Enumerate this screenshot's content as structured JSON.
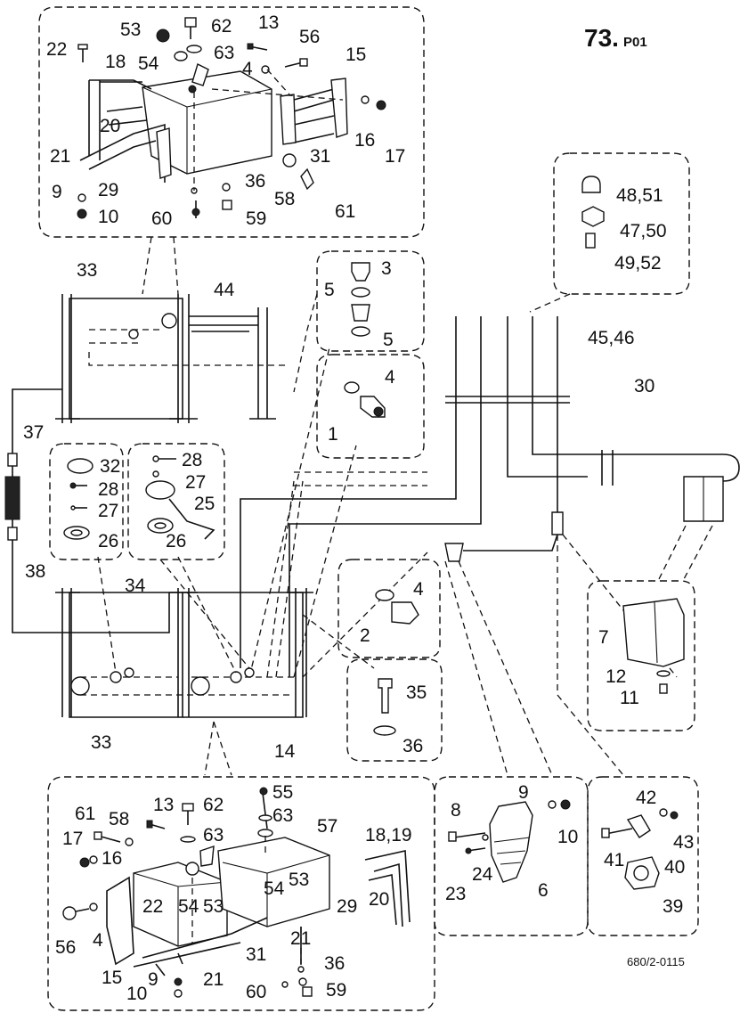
{
  "header": {
    "page_code": "73.",
    "page_code_suffix": "P01"
  },
  "footer": {
    "drawing_number": "680/2-0115"
  },
  "labels": {
    "n53a": "53",
    "n62a": "62",
    "n13a": "13",
    "n56a": "56",
    "n22a": "22",
    "n63a": "63",
    "n15a": "15",
    "n18a": "18",
    "n54a": "54",
    "n4a": "4",
    "n20a": "20",
    "n16a": "16",
    "n17a": "17",
    "n21a": "21",
    "n31a": "31",
    "n9a": "9",
    "n29a": "29",
    "n36a": "36",
    "n58a": "58",
    "n61a": "61",
    "n10a": "10",
    "n60a": "60",
    "n59a": "59",
    "n4851": "48,51",
    "n4750": "47,50",
    "n4952": "49,52",
    "n3": "3",
    "n5a": "5",
    "n5b": "5",
    "n33a": "33",
    "n44": "44",
    "n4546": "45,46",
    "n4b": "4",
    "n1": "1",
    "n30": "30",
    "n37": "37",
    "n32": "32",
    "n28a": "28",
    "n27a": "27",
    "n28b": "28",
    "n27b": "27",
    "n25": "25",
    "n26a": "26",
    "n26b": "26",
    "n38": "38",
    "n34": "34",
    "n4c": "4",
    "n2": "2",
    "n7": "7",
    "n12": "12",
    "n11": "11",
    "n35": "35",
    "n36b": "36",
    "n33b": "33",
    "n14": "14",
    "n61b": "61",
    "n58b": "58",
    "n13b": "13",
    "n62b": "62",
    "n55": "55",
    "n63b": "63",
    "n63c": "63",
    "n57": "57",
    "n1819": "18,19",
    "n17b": "17",
    "n16b": "16",
    "n22b": "22",
    "n54b": "54",
    "n53b": "53",
    "n54c": "54",
    "n53c": "53",
    "n29b": "29",
    "n20b": "20",
    "n56b": "56",
    "n4d": "4",
    "n15b": "15",
    "n31b": "31",
    "n21b": "21",
    "n21c": "21",
    "n10b": "10",
    "n9b": "9",
    "n60b": "60",
    "n36c": "36",
    "n59b": "59",
    "n8": "8",
    "n9c": "9",
    "n10c": "10",
    "n23": "23",
    "n24": "24",
    "n6": "6",
    "n42": "42",
    "n43": "43",
    "n41": "41",
    "n40": "40",
    "n39": "39"
  }
}
